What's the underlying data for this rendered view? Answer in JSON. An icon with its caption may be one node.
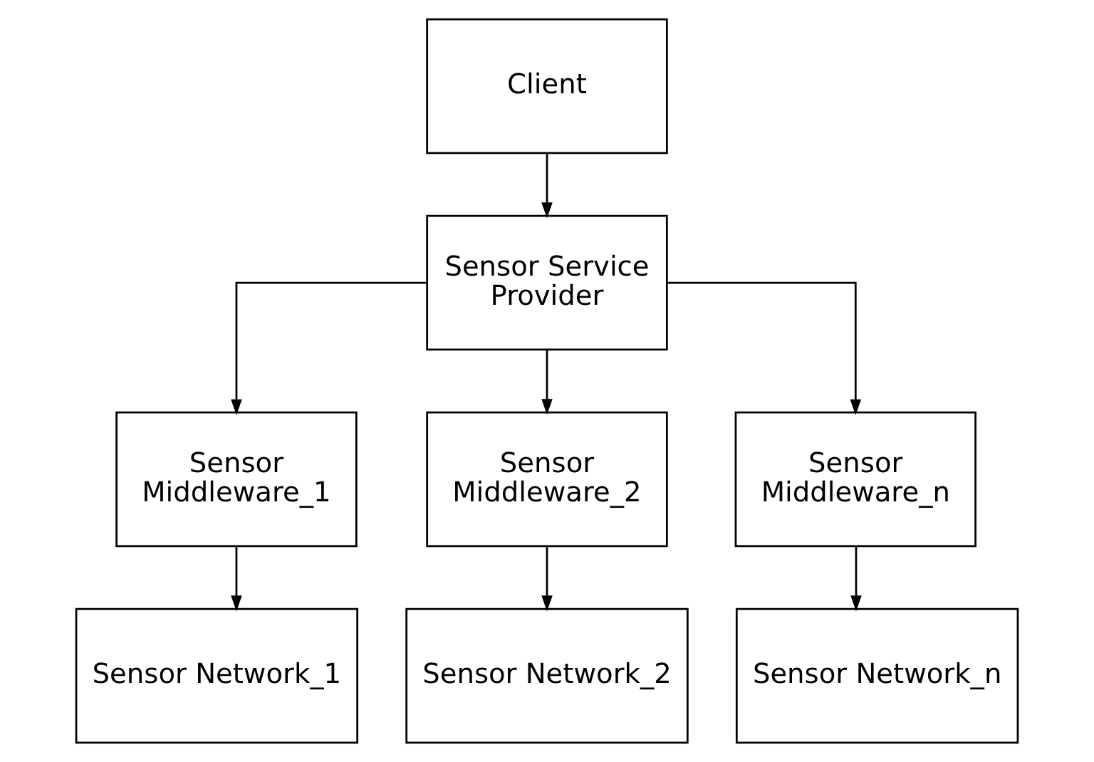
{
  "diagram": {
    "nodes": [
      {
        "text": [
          "Client"
        ]
      },
      {
        "text": [
          "Sensor Service Provider"
        ]
      },
      {
        "text": [
          "Sensor Middleware_1"
        ]
      },
      {
        "text": [
          "Sensor Middleware_2"
        ]
      },
      {
        "text": [
          "Sensor Middleware_n"
        ]
      },
      {
        "text": [
          "Sensor Network_1"
        ]
      },
      {
        "text": [
          "Sensor Network_2"
        ]
      },
      {
        "text": [
          "Sensor Network_n"
        ]
      }
    ],
    "edges": [
      {
        "from": 0,
        "to": 1,
        "arrow": "to"
      },
      {
        "from": 1,
        "to": 2,
        "arrow": "to"
      },
      {
        "from": 1,
        "to": 3,
        "arrow": "to"
      },
      {
        "from": 1,
        "to": 4,
        "arrow": "to"
      },
      {
        "from": 2,
        "to": 5,
        "arrow": "to"
      },
      {
        "from": 3,
        "to": 6,
        "arrow": "to"
      },
      {
        "from": 4,
        "to": 7,
        "arrow": "to"
      }
    ]
  }
}
